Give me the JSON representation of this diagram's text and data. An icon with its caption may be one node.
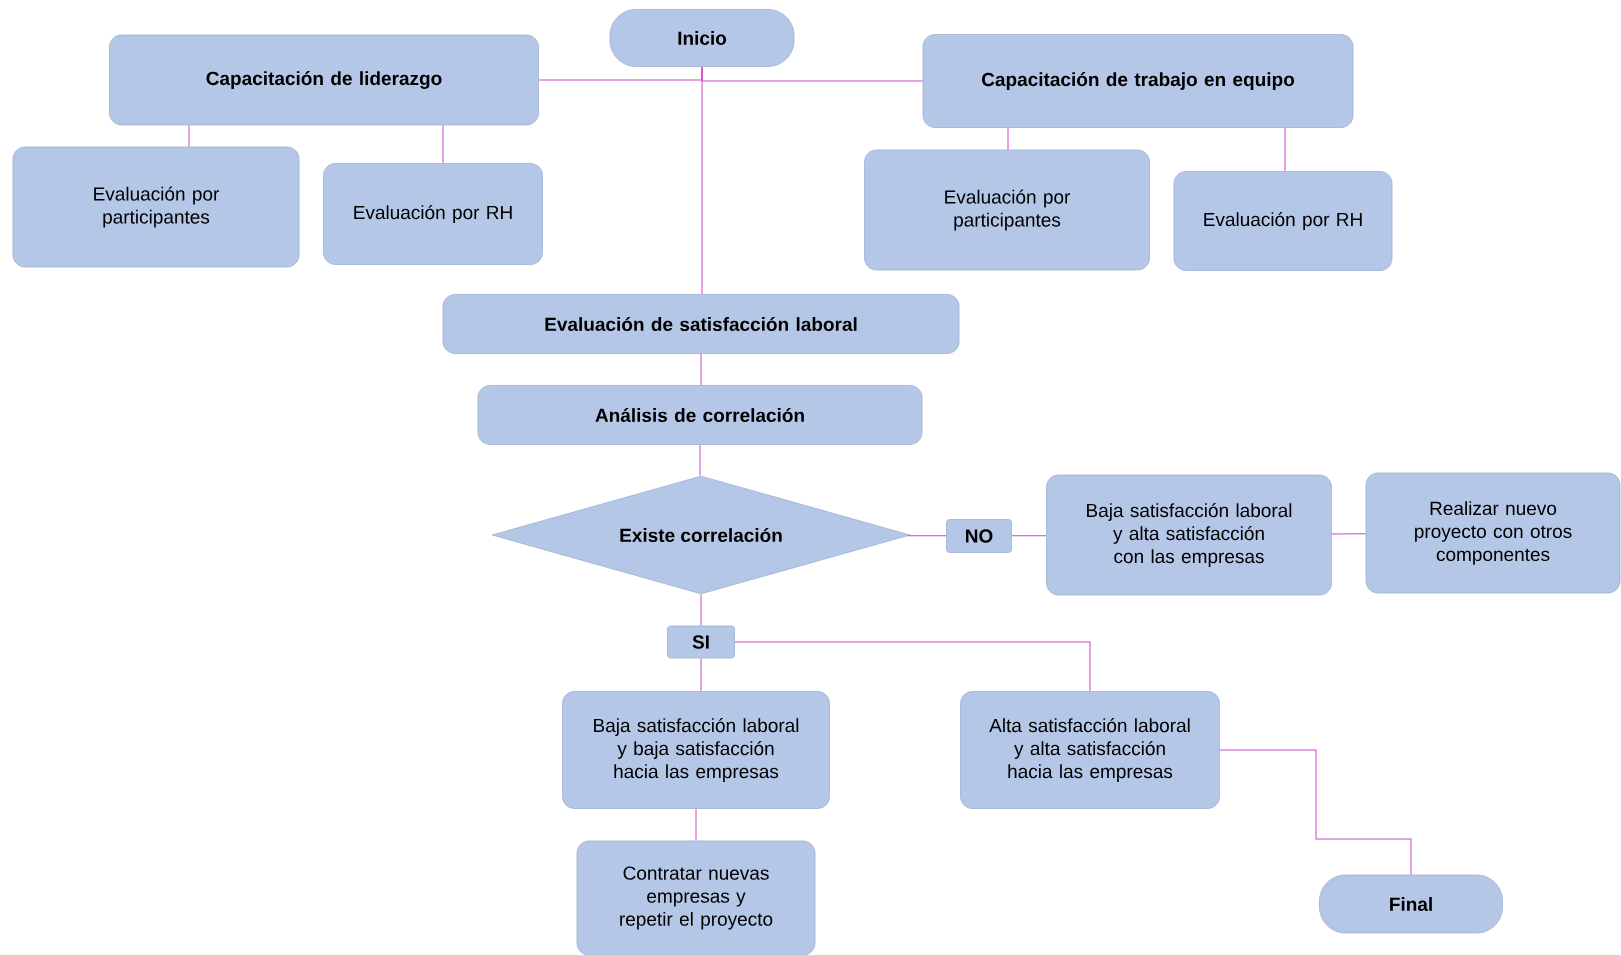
{
  "diagram": {
    "nodes": [
      {
        "text": [
          "Inicio"
        ]
      },
      {
        "text": [
          "Capacitación de liderazgo"
        ]
      },
      {
        "text": [
          "Capacitación de trabajo en equipo"
        ]
      },
      {
        "text": [
          "Evaluación por participantes"
        ]
      },
      {
        "text": [
          "Evaluación por RH"
        ]
      },
      {
        "text": [
          "Evaluación por participantes"
        ]
      },
      {
        "text": [
          "Evaluación por RH"
        ]
      },
      {
        "text": [
          "Evaluación de satisfacción laboral"
        ]
      },
      {
        "text": [
          "Análisis de correlación"
        ]
      },
      {
        "text": [
          "Existe correlación"
        ]
      },
      {
        "text": [
          "NO"
        ]
      },
      {
        "text": [
          "Baja satisfacción laboral y alta satisfacción con las empresas"
        ]
      },
      {
        "text": [
          "Realizar nuevo proyecto con otros componentes"
        ]
      },
      {
        "text": [
          "SI"
        ]
      },
      {
        "text": [
          "Baja satisfacción laboral y baja satisfacción hacia las empresas"
        ]
      },
      {
        "text": [
          "Alta satisfacción laboral y alta satisfacción hacia las empresas"
        ]
      },
      {
        "text": [
          "Contratar nuevas empresas y repetir el proyecto"
        ]
      },
      {
        "text": [
          "Final"
        ]
      }
    ],
    "edges": [
      {
        "from": 0,
        "to": 1,
        "arrow": "none"
      },
      {
        "from": 0,
        "to": 2,
        "arrow": "none"
      },
      {
        "from": 0,
        "to": 7,
        "arrow": "none"
      },
      {
        "from": 1,
        "to": 3,
        "arrow": "none"
      },
      {
        "from": 1,
        "to": 4,
        "arrow": "none"
      },
      {
        "from": 2,
        "to": 5,
        "arrow": "none"
      },
      {
        "from": 2,
        "to": 6,
        "arrow": "none"
      },
      {
        "from": 7,
        "to": 8,
        "arrow": "none"
      },
      {
        "from": 8,
        "to": 9,
        "arrow": "none"
      },
      {
        "from": 9,
        "to": 10,
        "arrow": "none"
      },
      {
        "from": 10,
        "to": 11,
        "arrow": "none"
      },
      {
        "from": 11,
        "to": 12,
        "arrow": "none"
      },
      {
        "from": 9,
        "to": 13,
        "arrow": "none"
      },
      {
        "from": 13,
        "to": 14,
        "arrow": "none"
      },
      {
        "from": 13,
        "to": 15,
        "arrow": "none"
      },
      {
        "from": 15,
        "to": 17,
        "arrow": "none"
      },
      {
        "from": 14,
        "to": 16,
        "arrow": "none"
      }
    ]
  }
}
